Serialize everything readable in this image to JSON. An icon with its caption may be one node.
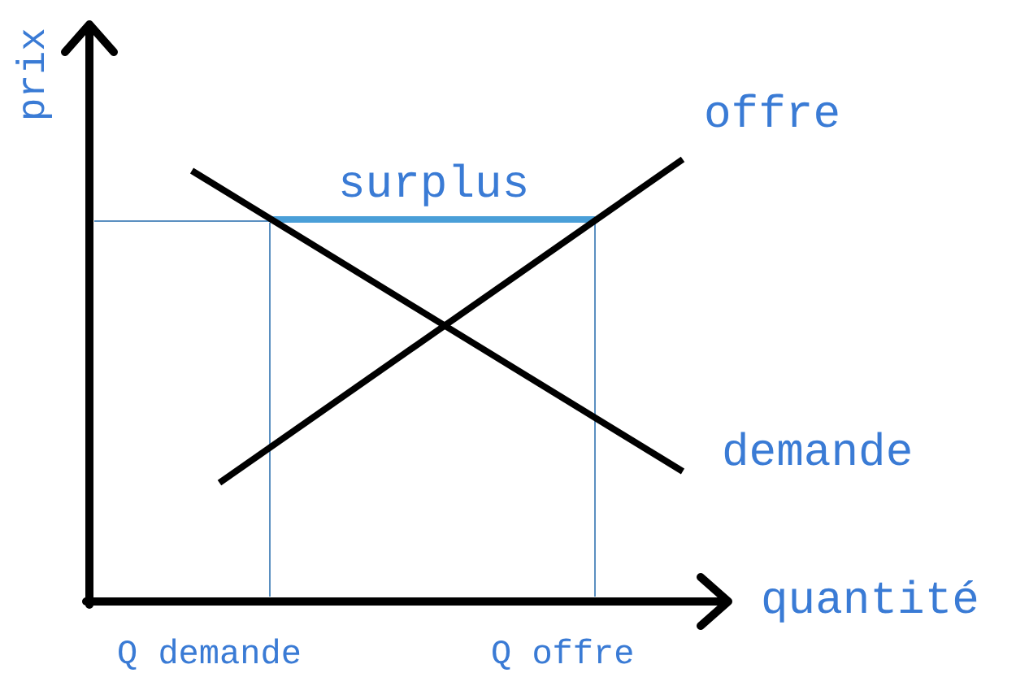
{
  "diagram": {
    "labels": [
      "prix",
      "offre",
      "surplus",
      "demande",
      "quantité",
      "Q demande",
      "Q offre"
    ]
  }
}
